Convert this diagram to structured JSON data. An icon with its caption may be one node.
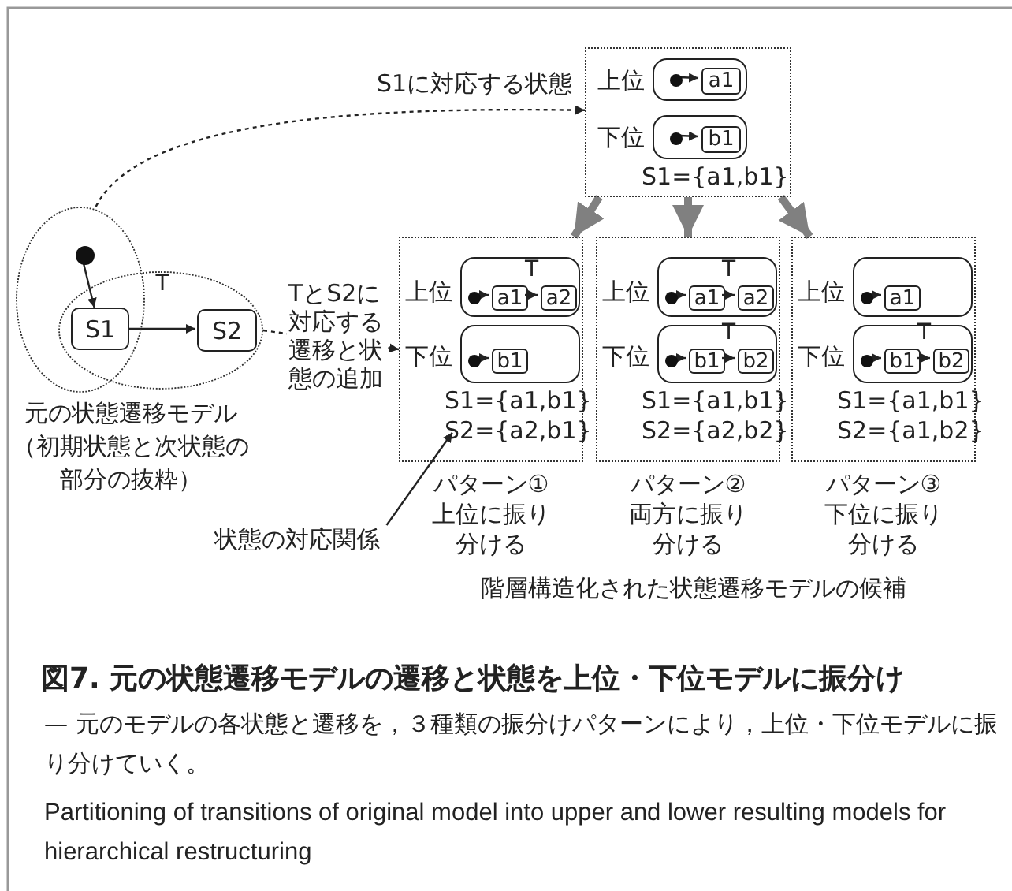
{
  "diagram": {
    "title": "図7. 元の状態遷移モデルの遷移と状態を上位・下位モデルに振分け",
    "caption": "— 元のモデルの各状態と遷移を，３種類の振分けパターンにより，上位・下位モデルに振り分けていく。",
    "nodes": [
      {
        "text": [],
        "shape": "ellipse"
      },
      {
        "text": [],
        "shape": "circle",
        "in": 0
      },
      {
        "text": [],
        "shape": "ellipse"
      },
      {
        "text": [
          "S1"
        ]
      },
      {
        "text": [
          "S2"
        ],
        "in": 2
      },
      {
        "text": [
          "S1={a1,b1}"
        ]
      },
      {
        "text": [],
        "shape": "box",
        "in": 5,
        "beside": [
          "上位"
        ]
      },
      {
        "text": [],
        "shape": "circle",
        "in": 6
      },
      {
        "text": [
          "a1"
        ],
        "in": 6
      },
      {
        "text": [],
        "shape": "box",
        "in": 5,
        "beside": [
          "下位"
        ]
      },
      {
        "text": [],
        "shape": "circle",
        "in": 9
      },
      {
        "text": [
          "b1"
        ],
        "in": 9
      },
      {
        "text": [
          "S1={a1,b1}",
          "S2={a2,b1}"
        ],
        "beside": [
          "パターン①上位に振り分ける"
        ]
      },
      {
        "text": [],
        "shape": "box",
        "in": 12,
        "beside": [
          "上位"
        ]
      },
      {
        "text": [],
        "shape": "circle",
        "in": 13
      },
      {
        "text": [
          "a1"
        ],
        "in": 13
      },
      {
        "text": [
          "a2"
        ],
        "in": 13
      },
      {
        "text": [],
        "shape": "box",
        "in": 12,
        "beside": [
          "下位"
        ]
      },
      {
        "text": [],
        "shape": "circle",
        "in": 17
      },
      {
        "text": [
          "b1"
        ],
        "in": 17
      },
      {
        "text": [
          "S1={a1,b1}",
          "S2={a2,b2}"
        ],
        "beside": [
          "パターン②両方に振り分ける"
        ]
      },
      {
        "text": [],
        "shape": "box",
        "in": 20,
        "beside": [
          "上位"
        ]
      },
      {
        "text": [],
        "shape": "circle",
        "in": 21
      },
      {
        "text": [
          "a1"
        ],
        "in": 21
      },
      {
        "text": [
          "a2"
        ],
        "in": 21
      },
      {
        "text": [],
        "shape": "box",
        "in": 20,
        "beside": [
          "下位"
        ]
      },
      {
        "text": [],
        "shape": "circle",
        "in": 25
      },
      {
        "text": [
          "b1"
        ],
        "in": 25
      },
      {
        "text": [
          "b2"
        ],
        "in": 25
      },
      {
        "text": [
          "S1={a1,b1}",
          "S2={a1,b2}"
        ],
        "beside": [
          "パターン③下位に振り分ける"
        ]
      },
      {
        "text": [],
        "shape": "box",
        "in": 29,
        "beside": [
          "上位"
        ]
      },
      {
        "text": [],
        "shape": "circle",
        "in": 30
      },
      {
        "text": [
          "a1"
        ],
        "in": 30
      },
      {
        "text": [],
        "shape": "box",
        "in": 29,
        "beside": [
          "下位"
        ]
      },
      {
        "text": [],
        "shape": "circle",
        "in": 33
      },
      {
        "text": [
          "b1"
        ],
        "in": 33
      },
      {
        "text": [
          "b2"
        ],
        "in": 33
      },
      {
        "text": [
          "状態の対応関係"
        ]
      }
    ],
    "edges": [
      {
        "from": 1,
        "to": 3,
        "arrow": "to"
      },
      {
        "from": 3,
        "to": 4,
        "arrow": "to",
        "label": "T"
      },
      {
        "from": 0,
        "to": 5,
        "arrow": "to",
        "style": "dashed",
        "label": "S1に対応する状態"
      },
      {
        "from": 2,
        "to": 12,
        "arrow": "to",
        "style": "dashed",
        "label": "TとS2に対応する遷移と状態の追加"
      },
      {
        "from": 5,
        "to": 12,
        "arrow": "to",
        "style": "thick",
        "color": "#808080"
      },
      {
        "from": 5,
        "to": 20,
        "arrow": "to",
        "style": "thick",
        "color": "#808080"
      },
      {
        "from": 5,
        "to": 29,
        "arrow": "to",
        "style": "thick",
        "color": "#808080"
      },
      {
        "from": 7,
        "to": 8,
        "arrow": "to"
      },
      {
        "from": 10,
        "to": 11,
        "arrow": "to"
      },
      {
        "from": 14,
        "to": 15,
        "arrow": "to"
      },
      {
        "from": 15,
        "to": 16,
        "arrow": "to",
        "label": "T"
      },
      {
        "from": 18,
        "to": 19,
        "arrow": "to"
      },
      {
        "from": 22,
        "to": 23,
        "arrow": "to"
      },
      {
        "from": 23,
        "to": 24,
        "arrow": "to",
        "label": "T"
      },
      {
        "from": 26,
        "to": 27,
        "arrow": "to"
      },
      {
        "from": 27,
        "to": 28,
        "arrow": "to",
        "label": "T"
      },
      {
        "from": 31,
        "to": 32,
        "arrow": "to"
      },
      {
        "from": 34,
        "to": 35,
        "arrow": "to"
      },
      {
        "from": 35,
        "to": 36,
        "arrow": "to",
        "label": "T"
      },
      {
        "from": 37,
        "to": 12,
        "arrow": "to"
      }
    ],
    "labels": [
      "元の状態遷移モデル（初期状態と次状態の部分の抜粋）",
      "階層構造化された状態遷移モデルの候補",
      "Partitioning of transitions of original model into upper and lower resulting models for hierarchical restructuring"
    ]
  }
}
